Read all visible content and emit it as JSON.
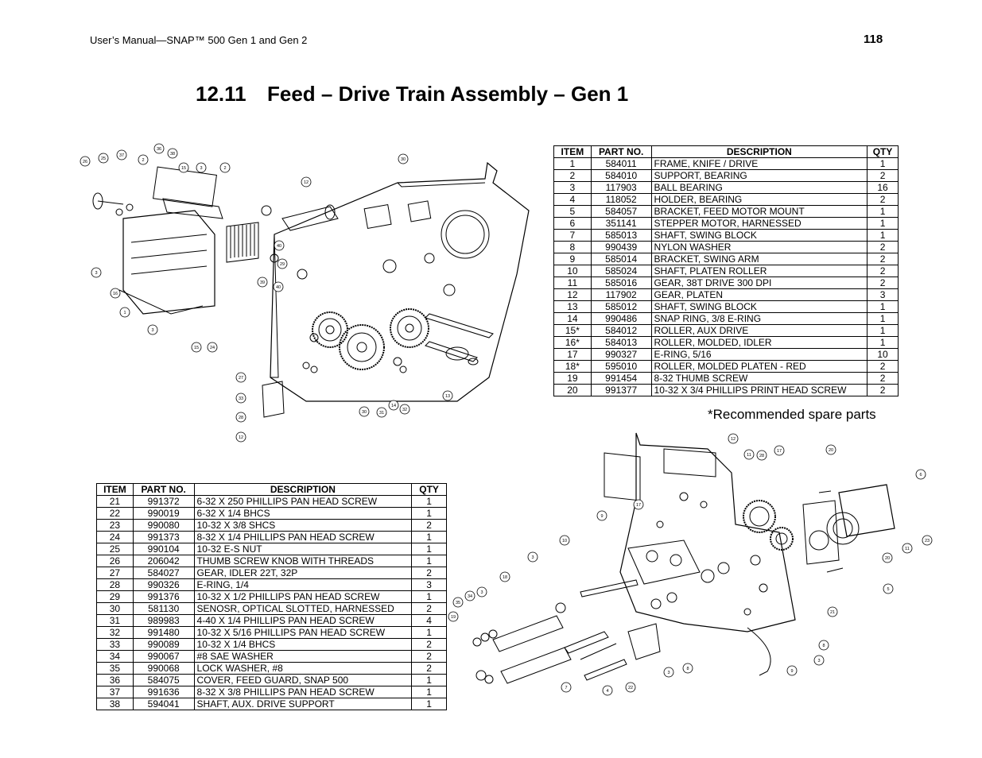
{
  "header": {
    "manual_title": "User’s Manual—SNAP™ 500 Gen 1 and Gen 2",
    "page_number": "118"
  },
  "section": {
    "number": "12.11",
    "title": "Feed – Drive Train Assembly – Gen 1"
  },
  "table_headers": {
    "item": "ITEM",
    "part_no": "PART NO.",
    "description": "DESCRIPTION",
    "qty": "QTY"
  },
  "parts_table_1": [
    [
      "1",
      "584011",
      "FRAME, KNIFE / DRIVE",
      "1"
    ],
    [
      "2",
      "584010",
      "SUPPORT, BEARING",
      "2"
    ],
    [
      "3",
      "117903",
      "BALL BEARING",
      "16"
    ],
    [
      "4",
      "118052",
      "HOLDER, BEARING",
      "2"
    ],
    [
      "5",
      "584057",
      "BRACKET, FEED MOTOR MOUNT",
      "1"
    ],
    [
      "6",
      "351141",
      "STEPPER MOTOR, HARNESSED",
      "1"
    ],
    [
      "7",
      "585013",
      "SHAFT, SWING BLOCK",
      "1"
    ],
    [
      "8",
      "990439",
      "NYLON WASHER",
      "2"
    ],
    [
      "9",
      "585014",
      "BRACKET, SWING ARM",
      "2"
    ],
    [
      "10",
      "585024",
      "SHAFT, PLATEN ROLLER",
      "2"
    ],
    [
      "11",
      "585016",
      "GEAR, 38T DRIVE 300 DPI",
      "2"
    ],
    [
      "12",
      "117902",
      "GEAR, PLATEN",
      "3"
    ],
    [
      "13",
      "585012",
      "SHAFT, SWING BLOCK",
      "1"
    ],
    [
      "14",
      "990486",
      "SNAP RING, 3/8 E-RING",
      "1"
    ],
    [
      "15*",
      "584012",
      "ROLLER, AUX DRIVE",
      "1"
    ],
    [
      "16*",
      "584013",
      "ROLLER, MOLDED, IDLER",
      "1"
    ],
    [
      "17",
      "990327",
      "E-RING, 5/16",
      "10"
    ],
    [
      "18*",
      "595010",
      "ROLLER, MOLDED PLATEN - RED",
      "2"
    ],
    [
      "19",
      "991454",
      "8-32 THUMB SCREW",
      "2"
    ],
    [
      "20",
      "991377",
      "10-32 X 3/4 PHILLIPS PRINT HEAD SCREW",
      "2"
    ]
  ],
  "parts_table_2": [
    [
      "21",
      "991372",
      "6-32 X 250 PHILLIPS PAN HEAD SCREW",
      "1"
    ],
    [
      "22",
      "990019",
      "6-32 X 1/4 BHCS",
      "1"
    ],
    [
      "23",
      "990080",
      "10-32 X 3/8 SHCS",
      "2"
    ],
    [
      "24",
      "991373",
      "8-32 X 1/4 PHILLIPS PAN HEAD SCREW",
      "1"
    ],
    [
      "25",
      "990104",
      "10-32 E-S NUT",
      "1"
    ],
    [
      "26",
      "206042",
      "THUMB SCREW KNOB WITH THREADS",
      "1"
    ],
    [
      "27",
      "584027",
      "GEAR, IDLER 22T, 32P",
      "2"
    ],
    [
      "28",
      "990326",
      "E-RING, 1/4",
      "3"
    ],
    [
      "29",
      "991376",
      "10-32 X 1/2 PHILLIPS PAN HEAD SCREW",
      "1"
    ],
    [
      "30",
      "581130",
      "SENOSR, OPTICAL SLOTTED, HARNESSED",
      "2"
    ],
    [
      "31",
      "989983",
      "4-40 X 1/4 PHILLIPS PAN HEAD SCREW",
      "4"
    ],
    [
      "32",
      "991480",
      "10-32 X 5/16 PHILLIPS PAN HEAD SCREW",
      "1"
    ],
    [
      "33",
      "990089",
      "10-32 X 1/4 BHCS",
      "2"
    ],
    [
      "34",
      "990067",
      "#8 SAE WASHER",
      "2"
    ],
    [
      "35",
      "990068",
      "LOCK WASHER, #8",
      "2"
    ],
    [
      "36",
      "584075",
      "COVER, FEED GUARD, SNAP 500",
      "1"
    ],
    [
      "37",
      "991636",
      "8-32 X 3/8 PHILLIPS PAN HEAD SCREW",
      "1"
    ],
    [
      "38",
      "594041",
      "SHAFT, AUX. DRIVE SUPPORT",
      "1"
    ]
  ],
  "spare_note": "*Recommended spare parts",
  "diagram_1_callouts": [
    "26",
    "25",
    "37",
    "2",
    "36",
    "38",
    "15",
    "3",
    "2",
    "30",
    "12",
    "3",
    "16",
    "1",
    "3",
    "40",
    "29",
    "39",
    "40",
    "15",
    "24",
    "27",
    "33",
    "28",
    "12",
    "30",
    "31",
    "14",
    "32",
    "13"
  ],
  "diagram_2_callouts": [
    "12",
    "11",
    "28",
    "17",
    "20",
    "6",
    "9",
    "17",
    "10",
    "3",
    "18",
    "35",
    "34",
    "3",
    "19",
    "11",
    "23",
    "20",
    "5",
    "21",
    "8",
    "3",
    "9",
    "7",
    "4",
    "22",
    "3",
    "8"
  ]
}
